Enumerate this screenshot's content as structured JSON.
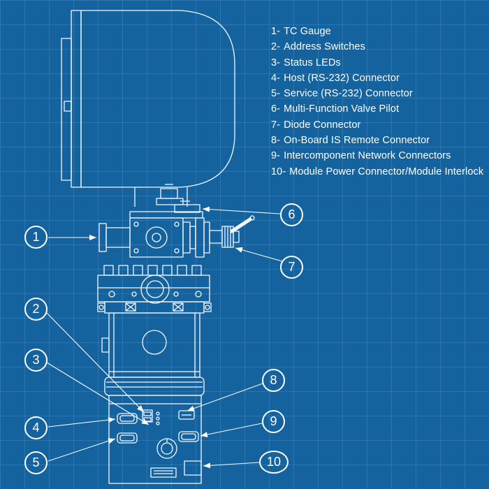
{
  "colors": {
    "background": "#14629e",
    "grid_line": "#aad7ff",
    "line_art": "#ffffff"
  },
  "legend": {
    "items": [
      {
        "number": "1-",
        "label": "TC Gauge"
      },
      {
        "number": "2-",
        "label": "Address Switches"
      },
      {
        "number": "3-",
        "label": "Status LEDs"
      },
      {
        "number": "4-",
        "label": "Host (RS-232) Connector"
      },
      {
        "number": "5-",
        "label": "Service (RS-232) Connector"
      },
      {
        "number": "6-",
        "label": "Multi-Function Valve Pilot"
      },
      {
        "number": "7-",
        "label": "Diode Connector"
      },
      {
        "number": "8-",
        "label": "On-Board IS Remote Connector"
      },
      {
        "number": "9-",
        "label": "Intercomponent Network Connectors"
      },
      {
        "number": "10-",
        "label": "Module Power Connector/Module Interlock"
      }
    ]
  },
  "callouts": {
    "labels": [
      "1",
      "2",
      "3",
      "4",
      "5",
      "6",
      "7",
      "8",
      "9",
      "10"
    ]
  }
}
